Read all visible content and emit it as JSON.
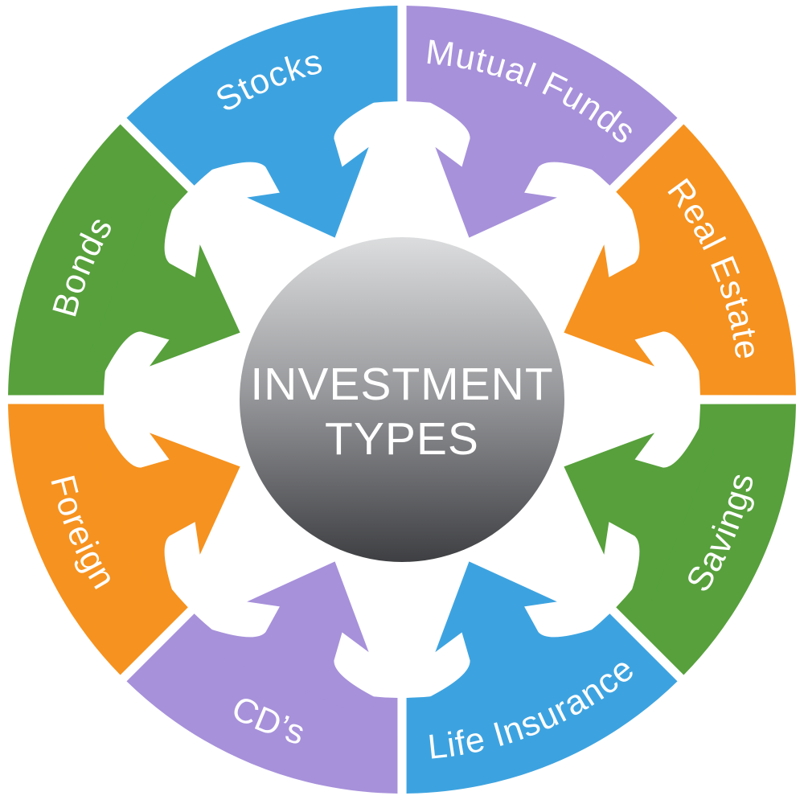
{
  "title": {
    "line1": "INVESTMENT",
    "line2": "TYPES"
  },
  "sphere": {
    "gradient_top": "#dcddde",
    "gradient_mid": "#97989b",
    "gradient_bottom": "#3e3f42",
    "text_color": "#ffffff"
  },
  "palette": {
    "blue": "#3da3e0",
    "purple": "#a791da",
    "orange": "#f6921f",
    "green": "#57a03c"
  },
  "segments": [
    {
      "label": "Mutual Funds",
      "color": "#a791da",
      "mid_angle": 67.5,
      "text_orientation": "outward"
    },
    {
      "label": "Real Estate",
      "color": "#f6921f",
      "mid_angle": 22.5,
      "text_orientation": "outward"
    },
    {
      "label": "Savings",
      "color": "#57a03c",
      "mid_angle": -22.5,
      "text_orientation": "inward"
    },
    {
      "label": "Life Insurance",
      "color": "#3da3e0",
      "mid_angle": -67.5,
      "text_orientation": "inward"
    },
    {
      "label": "CD’s",
      "color": "#a791da",
      "mid_angle": -112.5,
      "text_orientation": "inward"
    },
    {
      "label": "Foreign",
      "color": "#f6921f",
      "mid_angle": -157.5,
      "text_orientation": "inward"
    },
    {
      "label": "Bonds",
      "color": "#57a03c",
      "mid_angle": 157.5,
      "text_orientation": "outward"
    },
    {
      "label": "Stocks",
      "color": "#3da3e0",
      "mid_angle": 112.5,
      "text_orientation": "outward"
    }
  ]
}
